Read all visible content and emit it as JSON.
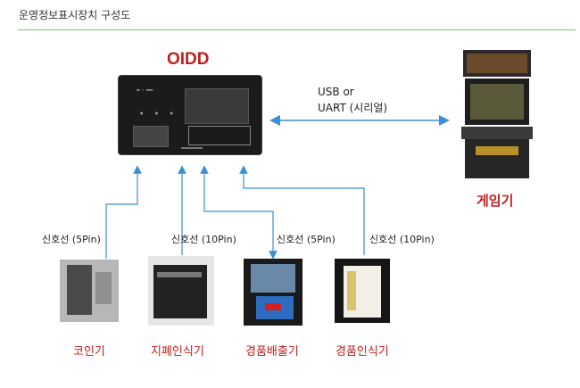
{
  "page_title": "운영정보표시장치 구성도",
  "main_device_label": "OIDD",
  "game_label": "게임기",
  "link_label_line1": "USB or",
  "link_label_line2": "UART (시리얼)",
  "signal_labels": [
    "신호선 (5Pin)",
    "신호선 (10Pin)",
    "신호선 (5Pin)",
    "신호선 (10Pin)"
  ],
  "device_labels": [
    "코인기",
    "지폐인식기",
    "경품배출기",
    "경품인식기"
  ],
  "colors": {
    "accent_red": "#c0201e",
    "line_blue": "#3a8fd4",
    "title_rule": "#8fae8a"
  },
  "icons": {
    "coin": "coin-acceptor-photo",
    "bill": "bill-validator-photo",
    "dispenser": "prize-dispenser-photo",
    "reader": "prize-reader-photo",
    "game": "game-machine-photo",
    "oidd": "oidd-device-photo"
  }
}
